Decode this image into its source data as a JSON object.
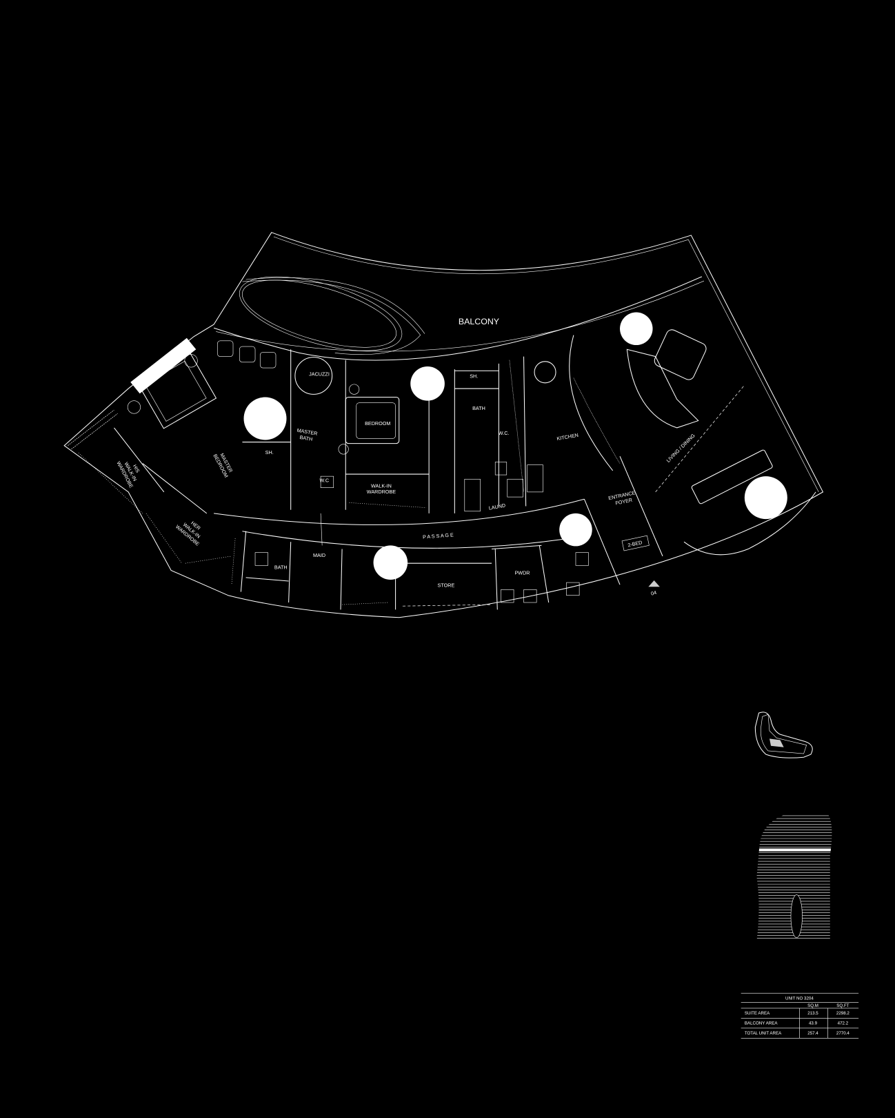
{
  "plan": {
    "rooms": {
      "balcony": "BALCONY",
      "jacuzzi": "JACUZZI",
      "bedroom": "BEDROOM",
      "master_bath_1": "MASTER",
      "master_bath_2": "BATH",
      "master_bedroom_1": "MASTER",
      "master_bedroom_2": "BEDROOM",
      "his_1": "HIS",
      "his_2": "WALK-IN",
      "his_3": "WARDROBE",
      "her_1": "HER",
      "her_2": "WALK-IN",
      "her_3": "WARDROBE",
      "sh_master": "SH.",
      "wc_master": "W.C",
      "walkin_1": "WALK-IN",
      "walkin_2": "WARDROBE",
      "passage": "P A S S A G E",
      "maid": "MAID",
      "maid_bath": "BATH",
      "store": "STORE",
      "pwdr": "PWDR",
      "sh_bed2": "SH.",
      "bath_bed2": "BATH",
      "wc_bed2": "W.C.",
      "kitchen": "KITCHEN",
      "laund": "LAUND",
      "living_dining": "LIVING / DINING",
      "entrance_1": "ENTRANCE",
      "entrance_2": "FOYER",
      "unit_type": "2-BED",
      "entry_number": "04"
    }
  },
  "area_table": {
    "title": "UNIT NO 3204",
    "headers": [
      "",
      "SQ.M",
      "SQ.FT"
    ],
    "rows": [
      {
        "label": "SUITE AREA",
        "sqm": "213.5",
        "sqft": "2298.2"
      },
      {
        "label": "BALCONY AREA",
        "sqm": "43.9",
        "sqft": "472.2"
      },
      {
        "label": "TOTAL UNIT AREA",
        "sqm": "257.4",
        "sqft": "2770.4"
      }
    ]
  }
}
